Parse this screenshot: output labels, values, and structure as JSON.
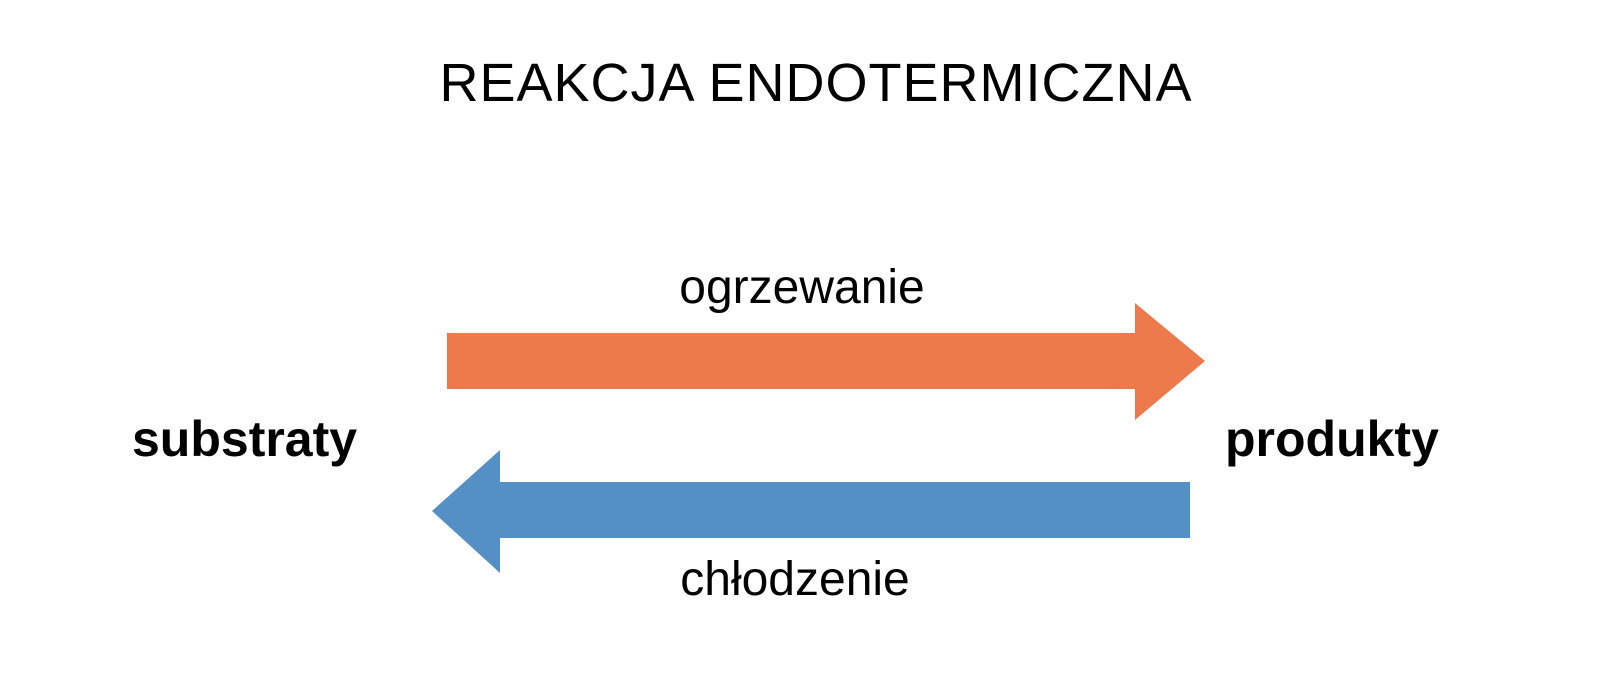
{
  "diagram": {
    "title": "REAKCJA ENDOTERMICZNA",
    "left_label": "substraty",
    "right_label": "produkty",
    "forward_reaction": {
      "label": "ogrzewanie",
      "direction": "right"
    },
    "reverse_reaction": {
      "label": "chłodzenie",
      "direction": "left"
    }
  },
  "colors": {
    "background": "#FFFFFF",
    "text": "#000000",
    "forward_arrow": "#EC7A4D",
    "reverse_arrow": "#5490C6"
  }
}
